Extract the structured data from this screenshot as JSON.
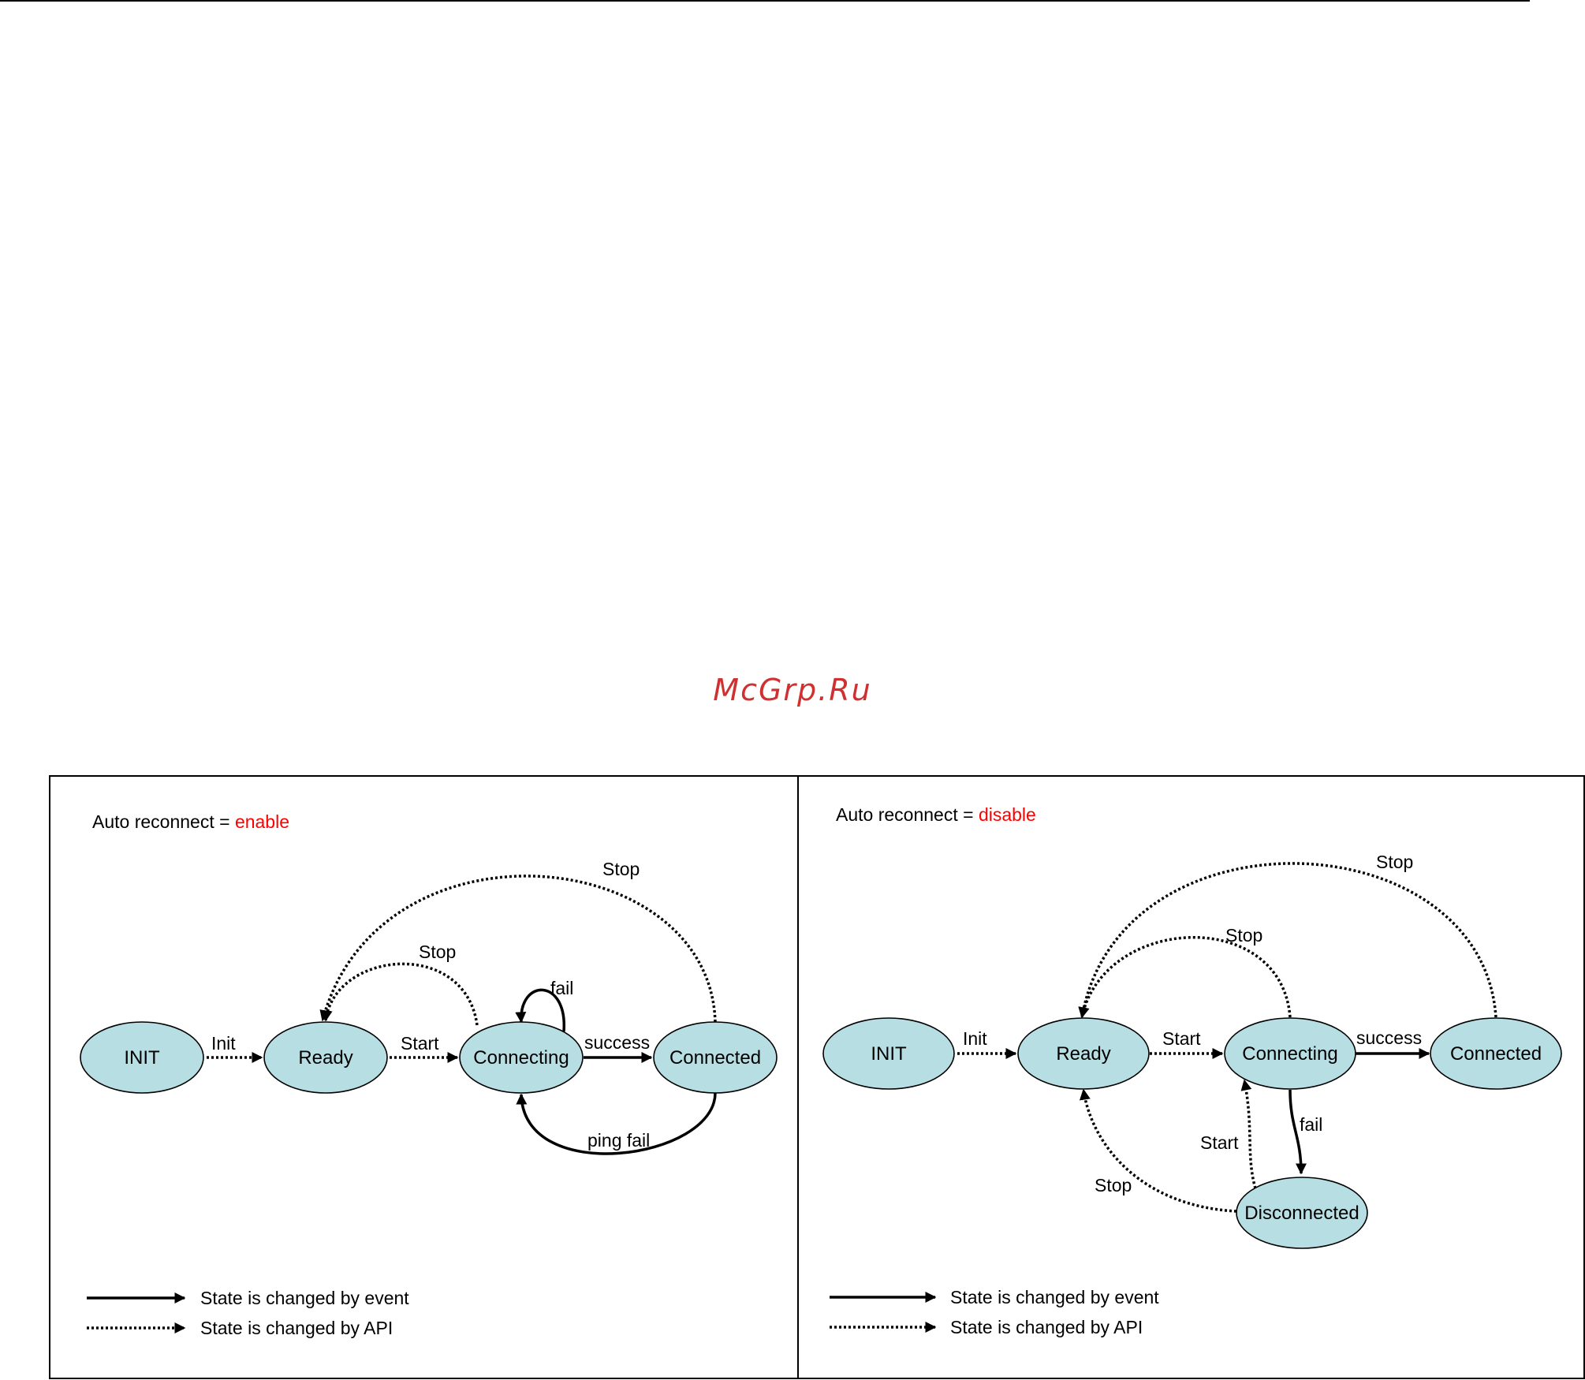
{
  "watermark": "McGrp.Ru",
  "left_panel": {
    "title_prefix": "Auto reconnect  = ",
    "title_value": "enable",
    "nodes": {
      "init": "INIT",
      "ready": "Ready",
      "connecting": "Connecting",
      "connected": "Connected"
    },
    "edges": {
      "init": "Init",
      "start": "Start",
      "success": "success",
      "fail": "fail",
      "ping_fail": "ping fail",
      "stop_connecting": "Stop",
      "stop_connected": "Stop"
    },
    "legend": {
      "event": "State is changed by event",
      "api": "State is changed by API"
    }
  },
  "right_panel": {
    "title_prefix": "Auto reconnect  = ",
    "title_value": "disable",
    "nodes": {
      "init": "INIT",
      "ready": "Ready",
      "connecting": "Connecting",
      "connected": "Connected",
      "disconnected": "Disconnected"
    },
    "edges": {
      "init": "Init",
      "start": "Start",
      "success": "success",
      "fail": "fail",
      "start_disconnected": "Start",
      "stop_disconnected": "Stop",
      "stop_connecting": "Stop",
      "stop_connected": "Stop"
    },
    "legend": {
      "event": "State is changed by event",
      "api": "State is changed by API"
    }
  },
  "colors": {
    "node_fill": "#b7dee3",
    "highlight": "#ff0000",
    "watermark": "#d03030"
  }
}
